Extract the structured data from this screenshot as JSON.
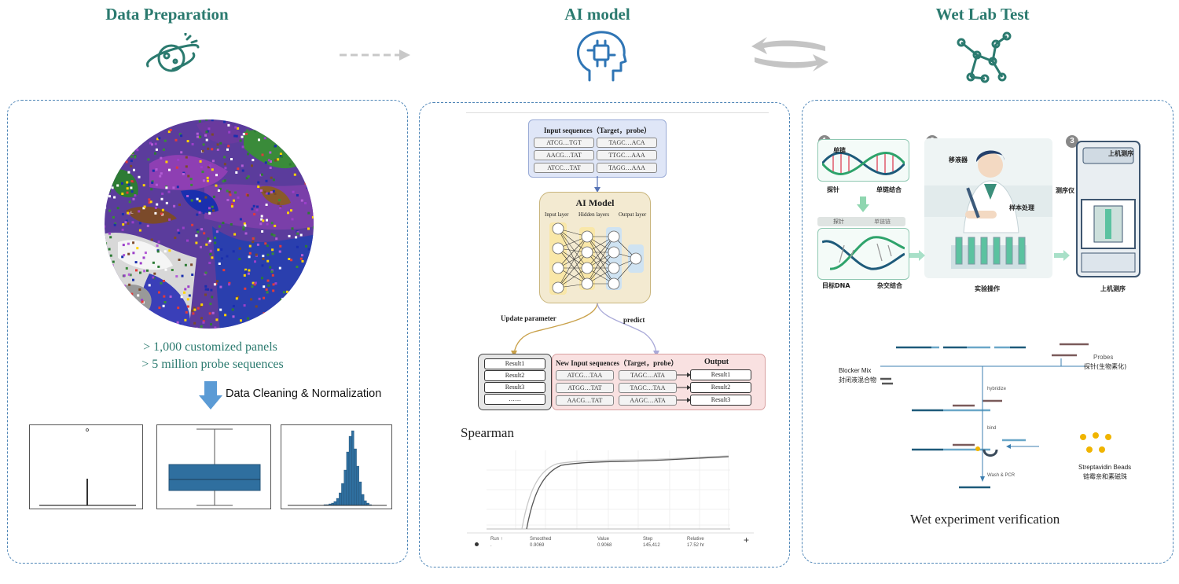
{
  "stages": {
    "data_preparation": "Data Preparation",
    "ai_model": "AI model",
    "wet_lab": "Wet Lab Test"
  },
  "data_prep": {
    "panels_text": "> 1,000 customized panels",
    "probes_text": "> 5 million probe sequences",
    "cleaning_label": "Data Cleaning & Normalization"
  },
  "ai": {
    "input_title": "Input sequences（Target，probe）",
    "input_rows": [
      [
        "ATCG…TGT",
        "TAGC…ACA"
      ],
      [
        "AACG…TAT",
        "TTGC…AAA"
      ],
      [
        "ATCC…TAT",
        "TAGG…AAA"
      ]
    ],
    "model_title": "AI Model",
    "layer_labels": [
      "Input layer",
      "Hidden layers",
      "Output layer"
    ],
    "update_label": "Update parameter",
    "predict_label": "predict",
    "results": [
      "Result1",
      "Result2",
      "Result3",
      "……"
    ],
    "new_input_title": "New Input sequences（Target，probe）",
    "output_title": "Output",
    "new_rows": [
      [
        "ATCG…TAA",
        "TAGC…ATA",
        "Result1"
      ],
      [
        "ATGG…TAT",
        "TAGC…TAA",
        "Result2"
      ],
      [
        "AACG…TAT",
        "AAGC…ATA",
        "Result3"
      ]
    ],
    "spearman_label": "Spearman",
    "footer_headers": [
      "Run ↑",
      "Smoothed",
      "Value",
      "Step",
      "Relative"
    ],
    "footer_values": [
      ".",
      "0.9069",
      "0.9068",
      "145,412",
      "17.52 hr"
    ]
  },
  "wet": {
    "step1_top": "单链",
    "step1_probe": "探针",
    "step1_bind": "单链结合",
    "step1_bar_left": "探针",
    "step1_bar_right": "单链链",
    "step1_target": "目标DNA",
    "step1_hybrid": "杂交结合",
    "step2_pipette": "移液器",
    "step2_sample": "样本处理",
    "step2_label": "实验操作",
    "step3_top": "上机测序",
    "step3_instrument": "测序仪",
    "step3_label": "上机测序",
    "blocker_en": "Blocker Mix",
    "blocker_cn": "封闭液混合物",
    "probes_en": "Probes",
    "probes_cn": "探针(生物素化)",
    "hybridize": "hybridize",
    "bind": "bind",
    "wash_pcr": "Wash & PCR",
    "beads_en": "Streptavidin Beads",
    "beads_cn": "链霉亲和素磁珠",
    "verification": "Wet experiment verification"
  },
  "colors": {
    "teal": "#2b7a6f",
    "panel_border": "#4f86b7",
    "input_box": "#dfe6f7",
    "model_box": "#f3ead1",
    "new_input_box": "#f9e1e1",
    "plot_blue": "#2f6f9f"
  }
}
